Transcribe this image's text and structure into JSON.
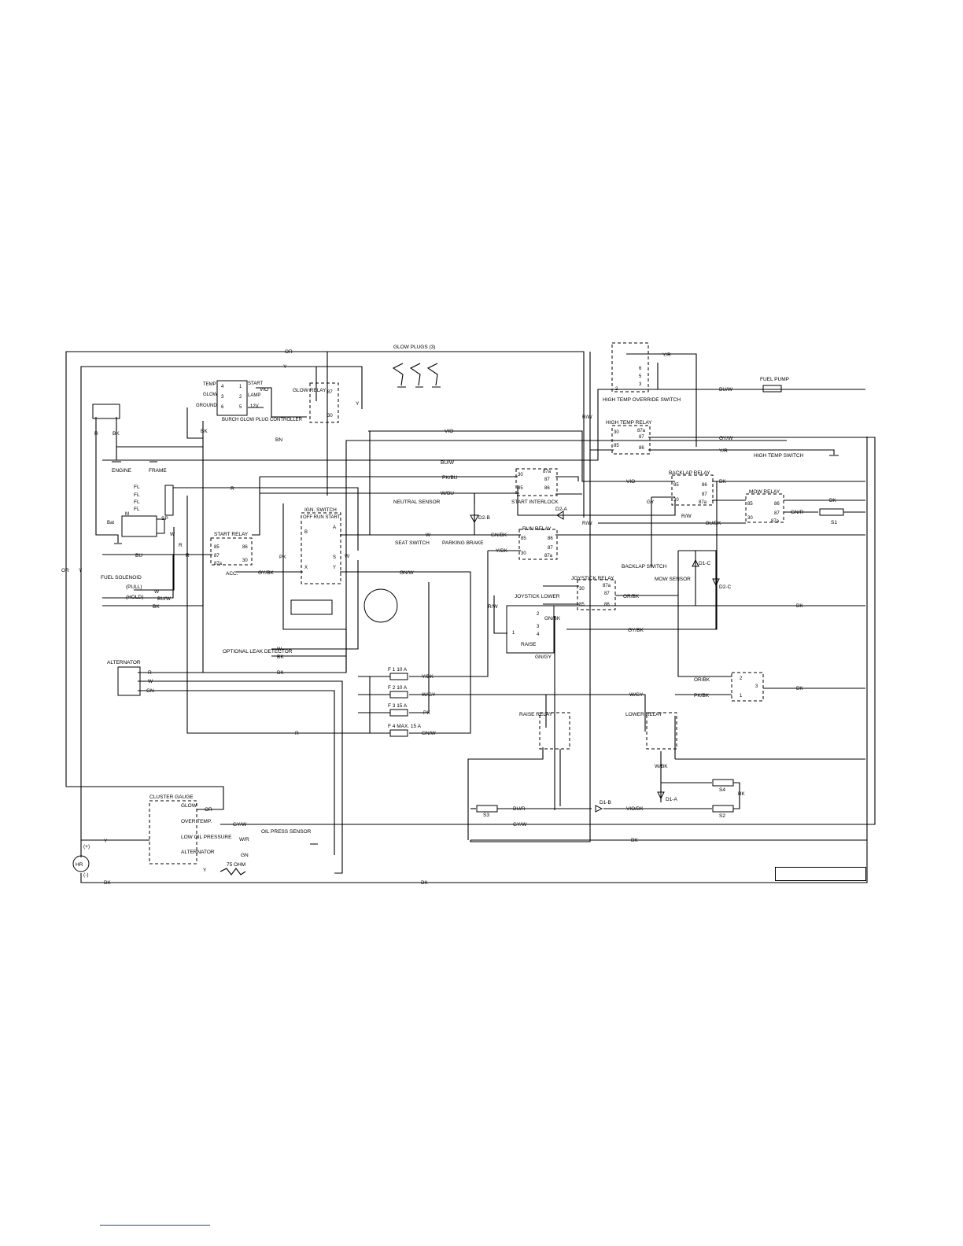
{
  "components": {
    "glow_plugs": "GLOW PLUGS (3)",
    "glow_relay": "GLOW RELAY",
    "engine": "ENGINE",
    "frame": "FRAME",
    "fl": "FL",
    "sp": "SP",
    "start_relay": "START RELAY",
    "acc": "ACC.",
    "ign_switch": "IGN. SWITCH",
    "ign_positions": "OFF RUN START",
    "fuel_solenoid": "FUEL SOLENOID",
    "pull": "(PULL)",
    "hold": "(HOLD)",
    "alternator": "ALTERNATOR",
    "optional_leak_detector": "OPTIONAL LEAK DETECTOR",
    "cluster_gauge": "CLUSTER GAUGE",
    "glow": "GLOW",
    "over_temp": "OVER TEMP.",
    "low_oil_pressure": "LOW OIL PRESSURE",
    "alternator_lamp": "ALTERNATOR",
    "oil_press_sensor": "OIL PRESS SENSOR",
    "ohm": "75 OHM",
    "hr": "HR",
    "plus": "(+)",
    "minus": "(-)",
    "neutral_sensor": "NEUTRAL SENSOR",
    "seat_switch": "SEAT SWITCH",
    "parking_brake": "PARKING BRAKE",
    "start_interlock": "START INTERLOCK",
    "run_relay": "RUN RELAY",
    "d2_a": "D2-A",
    "d2_b": "D2-B",
    "high_temp_override": "HIGH TEMP OVERRIDE SWITCH",
    "high_temp_relay": "HIGH TEMP RELAY",
    "high_temp_switch": "HIGH TEMP SWITCH",
    "fuel_pump": "FUEL PUMP",
    "backlap_relay": "BACKLAP RELAY",
    "mow_relay": "MOW RELAY",
    "s1": "S1",
    "backlap_switch": "BACKLAP SWITCH",
    "mow_sensor": "MOW SENSOR",
    "d1_c": "D1-C",
    "d2_c": "D2-C",
    "joystick_relay": "JOYSTICK RELAY",
    "joystick_lower": "JOYSTICK LOWER",
    "raise": "RAISE",
    "f1": "F 1 10 A",
    "f2": "F 2 10 A",
    "f3": "F 3 15 A",
    "f4": "F 4 MAX. 15 A",
    "raise_relay": "RAISE RELAY",
    "lower_relay": "LOWER RELAY",
    "s3": "S3",
    "s4": "S4",
    "s2": "S2",
    "d1_b": "D1-B",
    "d1_a": "D1-A",
    "glow_controller": "BURCH GLOW PLUG CONTROLLER",
    "temp": "TEMP",
    "start": "START",
    "ground": "GROUND",
    "lamp": "LAMP",
    "v12": "12V"
  },
  "wires": {
    "OR": "OR",
    "Y": "Y",
    "VIO": "VIO",
    "BN": "BN",
    "BK": "BK",
    "R": "R",
    "BU": "BU",
    "BU_W": "BU/W",
    "PK_BU": "PK/BU",
    "W_BU": "W/BU",
    "W": "W",
    "GN_BK": "GN/BK",
    "Y_BK": "Y/BK",
    "GY_BK": "GY/BK",
    "GN_W": "GN/W",
    "W_GY": "W/GY",
    "PK": "PK",
    "Y_R": "Y/R",
    "GY_W": "GY/W",
    "R_W": "R/W",
    "GY": "GY",
    "BU_BK": "BU/BK",
    "GN_R": "GN/R",
    "OR_BK": "OR/BK",
    "PK_BK": "PK/BK",
    "W_BK": "W/BK",
    "BU_R": "BU/R",
    "VIO_BK": "VIO/BK",
    "GN_GY": "GN/GY",
    "GN": "GN",
    "W_R": "W/R"
  },
  "pins": {
    "p30": "30",
    "p85": "85",
    "p86": "86",
    "p87": "87",
    "p87a": "87a",
    "p1": "1",
    "p2": "2",
    "p3": "3",
    "p4": "4",
    "p5": "5",
    "p6": "6",
    "pA": "A",
    "pB": "B",
    "pS": "S",
    "pX": "X",
    "pY": "Y",
    "pM": "M",
    "pBat": "Bat"
  },
  "colors": {
    "ink": "#000000",
    "footer_rule": "#2b3fbf"
  }
}
